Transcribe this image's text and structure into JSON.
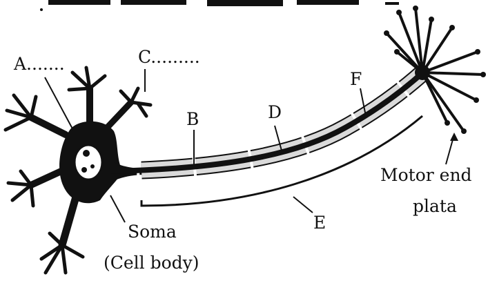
{
  "labels": {
    "a": "A.......",
    "c": "C.........",
    "b": "B",
    "d": "D",
    "f": "F",
    "e": "E",
    "motor_line1": "Motor end",
    "motor_line2": "plata",
    "soma_line1": "Soma",
    "soma_line2": "(Cell body)"
  },
  "colors": {
    "ink": "#111111",
    "sheath": "#dadada",
    "background": "#ffffff"
  }
}
